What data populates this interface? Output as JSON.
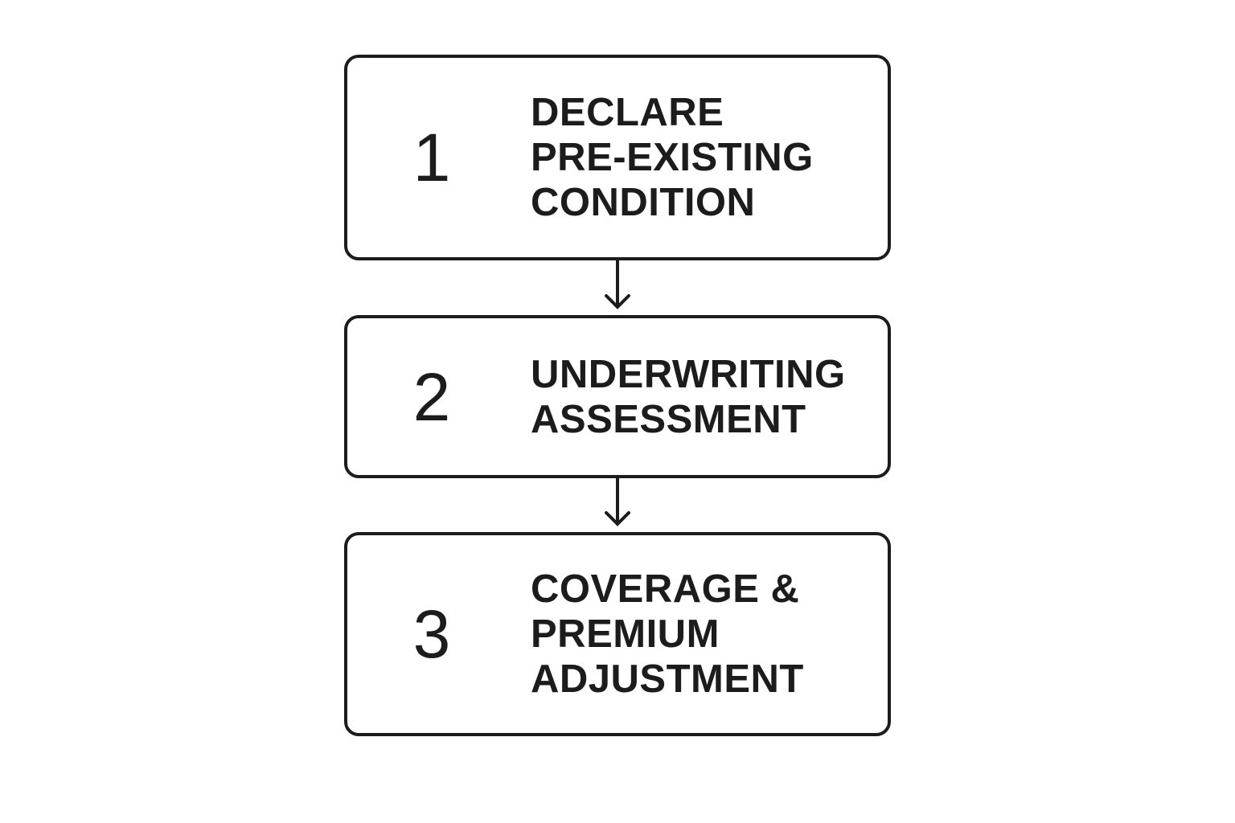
{
  "steps": [
    {
      "number": "1",
      "lines": [
        "DECLARE",
        "PRE-EXISTING",
        "CONDITION"
      ]
    },
    {
      "number": "2",
      "lines": [
        "UNDERWRITING",
        "ASSESSMENT"
      ]
    },
    {
      "number": "3",
      "lines": [
        "COVERAGE &",
        "PREMIUM",
        "ADJUSTMENT"
      ]
    }
  ],
  "colors": {
    "stroke": "#1c1c1c",
    "background": "#ffffff"
  }
}
